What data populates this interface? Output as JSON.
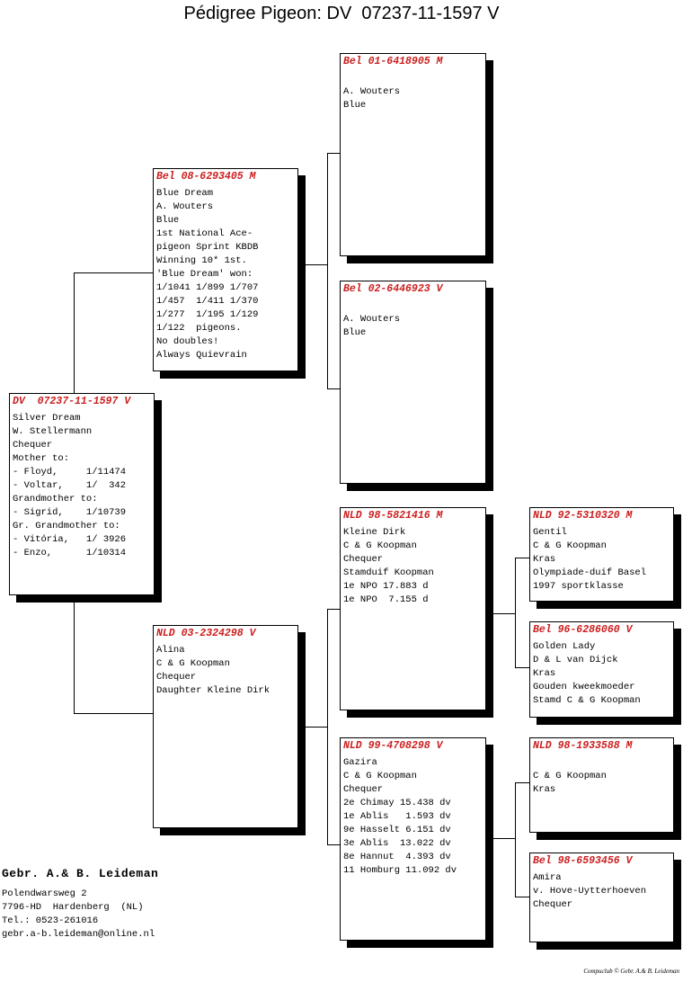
{
  "title": "Pédigree Pigeon: DV  07237-11-1597 V",
  "subject": {
    "ring": "DV  07237-11-1597 V",
    "lines": [
      "Silver Dream",
      "W. Stellermann",
      "Chequer",
      "Mother to:",
      "- Floyd,     1/11474",
      "- Voltar,    1/  342",
      "Grandmother to:",
      "- Sigrid,    1/10739",
      "Gr. Grandmother to:",
      "- Vitória,   1/ 3926",
      "- Enzo,      1/10314"
    ]
  },
  "sire": {
    "ring": "Bel 08-6293405 M",
    "lines": [
      "Blue Dream",
      "A. Wouters",
      "Blue",
      "1st National Ace-",
      "pigeon Sprint KBDB",
      "Winning 10* 1st.",
      "'Blue Dream' won:",
      "1/1041 1/899 1/707",
      "1/457  1/411 1/370",
      "1/277  1/195 1/129",
      "1/122  pigeons.",
      "No doubles!",
      "Always Quievrain"
    ]
  },
  "dam": {
    "ring": "NLD 03-2324298 V",
    "lines": [
      "Alina",
      "C & G Koopman",
      "Chequer",
      "Daughter Kleine Dirk"
    ]
  },
  "sire_sire": {
    "ring": "Bel 01-6418905 M",
    "lines": [
      "",
      "A. Wouters",
      "Blue"
    ]
  },
  "sire_dam": {
    "ring": "Bel 02-6446923 V",
    "lines": [
      "",
      "A. Wouters",
      "Blue"
    ]
  },
  "dam_sire": {
    "ring": "NLD 98-5821416 M",
    "lines": [
      "Kleine Dirk",
      "C & G Koopman",
      "Chequer",
      "Stamduif Koopman",
      "1e NPO 17.883 d",
      "1e NPO  7.155 d"
    ]
  },
  "dam_dam": {
    "ring": "NLD 99-4708298 V",
    "lines": [
      "Gazira",
      "C & G Koopman",
      "Chequer",
      "2e Chimay 15.438 dv",
      "1e Ablis   1.593 dv",
      "9e Hasselt 6.151 dv",
      "3e Ablis  13.022 dv",
      "8e Hannut  4.393 dv",
      "11 Homburg 11.092 dv"
    ]
  },
  "dam_sire_sire": {
    "ring": "NLD 92-5310320 M",
    "lines": [
      "Gentil",
      "C & G Koopman",
      "Kras",
      "Olympiade-duif Basel",
      "1997 sportklasse"
    ]
  },
  "dam_sire_dam": {
    "ring": "Bel 96-6286060 V",
    "lines": [
      "Golden Lady",
      "D & L van Dijck",
      "Kras",
      "Gouden kweekmoeder",
      "Stamd C & G Koopman"
    ]
  },
  "dam_dam_sire": {
    "ring": "NLD 98-1933588 M",
    "lines": [
      "",
      "C & G Koopman",
      "Kras"
    ]
  },
  "dam_dam_dam": {
    "ring": "Bel 98-6593456 V",
    "lines": [
      "Amira",
      "v. Hove-Uytterhoeven",
      "Chequer"
    ]
  },
  "breeder": {
    "name": "Gebr. A.& B. Leideman",
    "address": "Polendwarsweg 2",
    "city": "7796-HD  Hardenberg  (NL)",
    "phone": "Tel.: 0523-261016",
    "email": "gebr.a-b.leideman@online.nl"
  },
  "credit": "Compuclub © Gebr. A.& B. Leideman"
}
